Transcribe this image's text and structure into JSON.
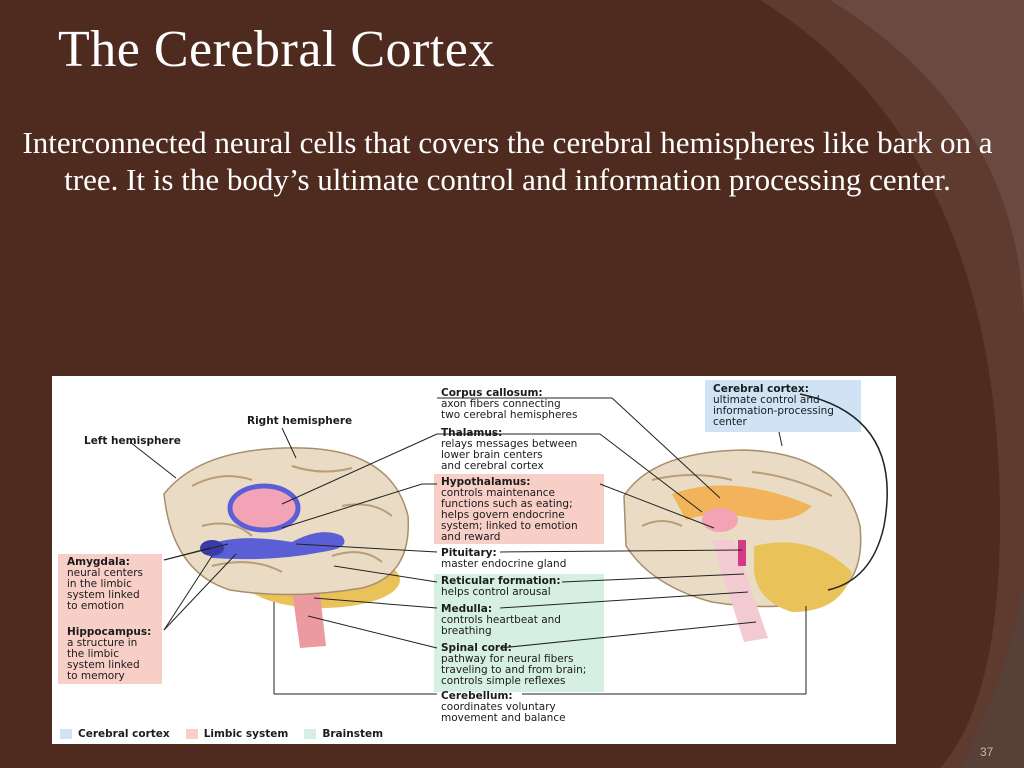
{
  "slide": {
    "title": "The Cerebral Cortex",
    "body": "Interconnected neural cells that covers the cerebral hemispheres like bark on a tree. It is the body’s ultimate control and information processing center.",
    "page_number": "37"
  },
  "colors": {
    "background": "#4f2a1f",
    "cerebral_cortex": "#cfe3f5",
    "limbic_system": "#f8cfc7",
    "brainstem": "#d5efe3"
  },
  "figure": {
    "left_hemisphere": "Left hemisphere",
    "right_hemisphere": "Right hemisphere",
    "labels": {
      "corpus_callosum": {
        "heading": "Corpus callosum:",
        "lines": [
          "axon fibers connecting",
          "two cerebral hemispheres"
        ]
      },
      "thalamus": {
        "heading": "Thalamus:",
        "lines": [
          "relays messages between",
          "lower brain centers",
          "and cerebral cortex"
        ]
      },
      "hypothalamus": {
        "heading": "Hypothalamus:",
        "lines": [
          "controls maintenance",
          "functions such as eating;",
          "helps govern endocrine",
          "system; linked to emotion",
          "and reward"
        ]
      },
      "pituitary": {
        "heading": "Pituitary:",
        "lines": [
          "master endocrine gland"
        ]
      },
      "reticular_formation": {
        "heading": "Reticular formation:",
        "lines": [
          "helps control arousal"
        ]
      },
      "medulla": {
        "heading": "Medulla:",
        "lines": [
          "controls heartbeat and",
          "breathing"
        ]
      },
      "spinal_cord": {
        "heading": "Spinal cord:",
        "lines": [
          "pathway for neural fibers",
          "traveling to and from brain;",
          "controls simple reflexes"
        ]
      },
      "cerebellum": {
        "heading": "Cerebellum:",
        "lines": [
          "coordinates voluntary",
          "movement and balance"
        ]
      },
      "cerebral_cortex": {
        "heading": "Cerebral cortex:",
        "lines": [
          "ultimate control and",
          "information-processing",
          "center"
        ]
      },
      "amygdala": {
        "heading": "Amygdala:",
        "lines": [
          "neural centers",
          "in the limbic",
          "system linked",
          "to emotion"
        ]
      },
      "hippocampus": {
        "heading": "Hippocampus:",
        "lines": [
          "a structure in",
          "the limbic",
          "system linked",
          "to memory"
        ]
      }
    },
    "legend": [
      "Cerebral cortex",
      "Limbic system",
      "Brainstem"
    ]
  }
}
